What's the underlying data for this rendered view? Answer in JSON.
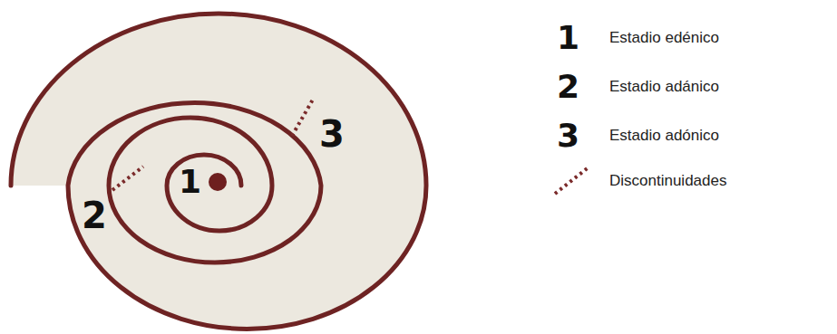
{
  "diagram": {
    "labels": [
      "1",
      "2",
      "3",
      "1",
      "2",
      "3"
    ],
    "legend": [
      {
        "text": "Estadio edénico"
      },
      {
        "text": "Estadio adánico"
      },
      {
        "text": "Estadio adónico"
      },
      {
        "text": "Discontinuidades"
      }
    ]
  }
}
